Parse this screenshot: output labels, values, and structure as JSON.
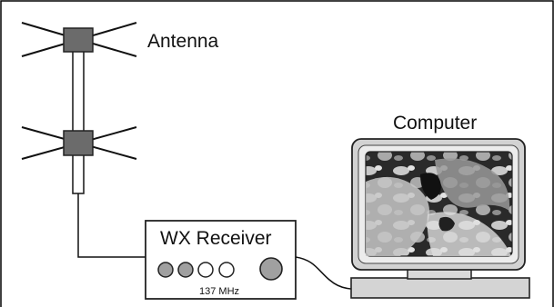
{
  "labels": {
    "antenna": "Antenna",
    "computer": "Computer",
    "receiver": "WX Receiver",
    "frequency": "137 MHz"
  },
  "colors": {
    "frame": "#000000",
    "antenna_hub": "#6b6b6b",
    "monitor_body": "#d2d2d2",
    "monitor_bezel": "#ececec",
    "screen_dark": "#1c1c1c",
    "screen_light": "#bdbdbd"
  },
  "icons": {
    "antenna": "crossed-dipole-antenna",
    "receiver": "radio-receiver-box",
    "computer": "crt-monitor-with-satellite-image"
  }
}
